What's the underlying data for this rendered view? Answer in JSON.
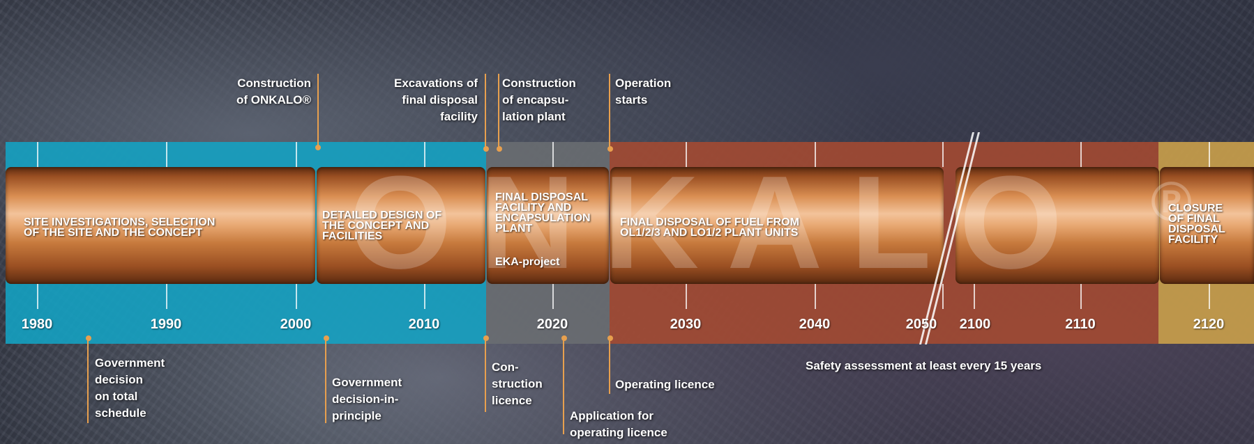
{
  "colors": {
    "phase_blue": "#13a3c4",
    "phase_gray": "#6b6e72",
    "phase_red": "#a54a31",
    "phase_gold": "#caa04a",
    "marker": "#e8a04e"
  },
  "watermark": "ONKALO",
  "watermark_reg": "®",
  "bars": [
    {
      "label": "SITE INVESTIGATIONS, SELECTION\nOF THE SITE AND THE CONCEPT"
    },
    {
      "label": "DETAILED DESIGN OF\nTHE CONCEPT AND\nFACILITIES"
    },
    {
      "label": "FINAL DISPOSAL\nFACILITY AND\nENCAPSULATION\nPLANT",
      "sub": "EKA-project"
    },
    {
      "label": "FINAL DISPOSAL OF FUEL FROM\nOL1/2/3 AND LO1/2 PLANT UNITS"
    },
    {
      "label": ""
    },
    {
      "label": "CLOSURE\nOF FINAL\nDISPOSAL\nFACILITY"
    }
  ],
  "years": [
    "1980",
    "1990",
    "2000",
    "2010",
    "2020",
    "2030",
    "2040",
    "2050",
    "2100",
    "2110",
    "2120"
  ],
  "top_notes": [
    {
      "text": "Construction\nof ONKALO®"
    },
    {
      "text": "Excavations of\nfinal disposal\nfacility"
    },
    {
      "text": "Construction\nof encapsu-\nlation plant"
    },
    {
      "text": "Operation\nstarts"
    }
  ],
  "bottom_notes": [
    {
      "text": "Government\ndecision\non total\nschedule"
    },
    {
      "text": "Government\ndecision-in-\nprinciple"
    },
    {
      "text": "Con-\nstruction\nlicence"
    },
    {
      "text": "Application for\noperating licence"
    },
    {
      "text": "Operating licence"
    },
    {
      "text": "Safety assessment at least every 15 years"
    }
  ]
}
